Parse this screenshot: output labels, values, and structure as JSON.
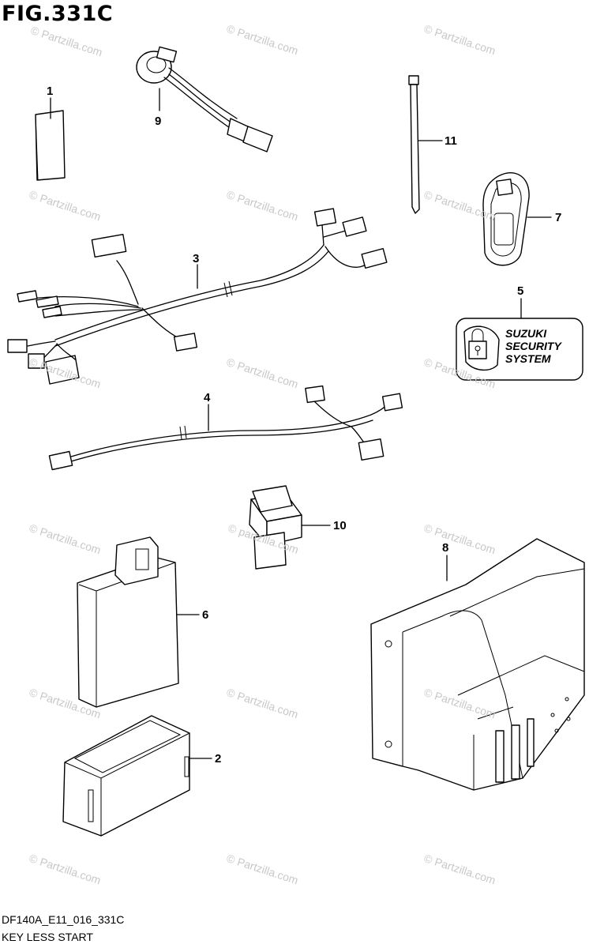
{
  "figure": {
    "title": "FIG.331C"
  },
  "callouts": [
    "1",
    "2",
    "3",
    "4",
    "5",
    "6",
    "7",
    "8",
    "9",
    "10",
    "11"
  ],
  "decal": {
    "line1": "SUZUKI",
    "line2": "SECURITY",
    "line3": "SYSTEM"
  },
  "footer": {
    "code": "DF140A_E11_016_331C",
    "caption": "KEY LESS START"
  },
  "watermark": {
    "text": "© Partzilla.com",
    "inline_text": "© partzilla.com"
  },
  "parts_icons": [
    "label-sheet",
    "case",
    "wiring-harness",
    "wiring-harness",
    "decal",
    "control-unit",
    "key-fob",
    "bracket-cover",
    "antenna-connector",
    "relay",
    "cable-tie"
  ],
  "colors": {
    "ink": "#000000",
    "watermark": "#c8c8c8",
    "background": "#ffffff"
  }
}
